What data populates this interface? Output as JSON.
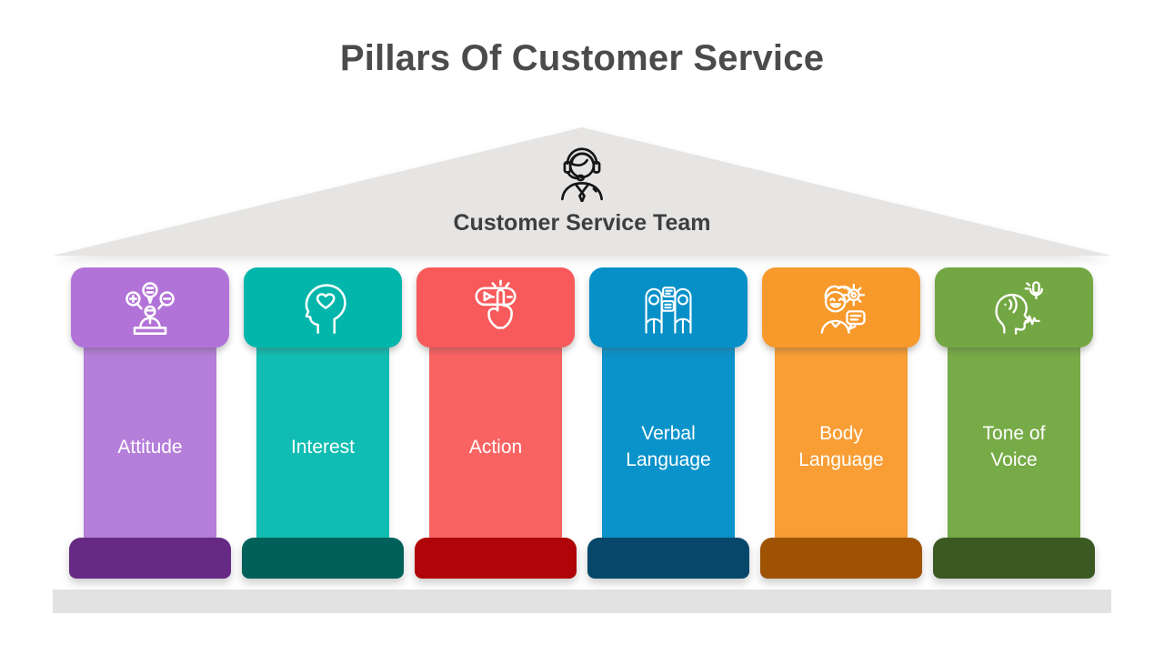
{
  "title": "Pillars Of Customer Service",
  "title_color": "#4b4b4b",
  "roof": {
    "label": "Customer Service Team",
    "icon": "customer-service-agent-icon",
    "bg_color": "#e6e5e4",
    "label_color": "#3e3e3e"
  },
  "floor": {
    "bg_color": "#e3e2e2"
  },
  "pillars": [
    {
      "label": "Attitude",
      "icon": "attitude-speech-bubbles-icon",
      "cap_color": "#b273d8",
      "shaft_color": "#b57ed9",
      "base_color": "#662a84"
    },
    {
      "label": "Interest",
      "icon": "head-with-heart-icon",
      "cap_color": "#03b6ac",
      "shaft_color": "#11bdb2",
      "base_color": "#01605a"
    },
    {
      "label": "Action",
      "icon": "click-hand-icon",
      "cap_color": "#f85a5b",
      "shaft_color": "#f96362",
      "base_color": "#b00508"
    },
    {
      "label": "Verbal Language",
      "icon": "two-people-talking-icon",
      "cap_color": "#0790c7",
      "shaft_color": "#0a93ca",
      "base_color": "#07486a"
    },
    {
      "label": "Body Language",
      "icon": "person-with-gear-icon",
      "cap_color": "#f7992b",
      "shaft_color": "#f89e35",
      "base_color": "#9e5202"
    },
    {
      "label": "Tone of Voice",
      "icon": "speaking-head-icon",
      "cap_color": "#73a743",
      "shaft_color": "#77ab47",
      "base_color": "#3b5a23"
    }
  ]
}
